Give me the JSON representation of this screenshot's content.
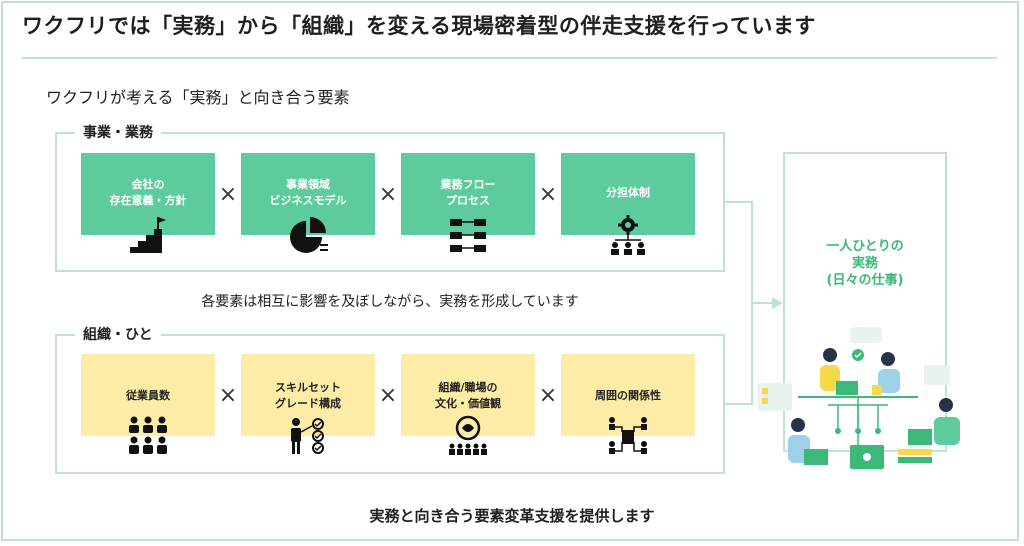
{
  "title": "ワクフリでは「実務」から「組織」を変える現場密着型の伴走支援を行っています",
  "subtitle": "ワクフリが考える「実務」と向き合う要素",
  "groups": {
    "business": {
      "label": "事業・業務",
      "cards": [
        {
          "line1": "会社の",
          "line2": "存在意義・方針",
          "icon": "stairs-flag-icon"
        },
        {
          "line1": "事業領域",
          "line2": "ビジネスモデル",
          "icon": "pie-chart-icon"
        },
        {
          "line1": "業務フロー",
          "line2": "プロセス",
          "icon": "flow-process-icon"
        },
        {
          "line1": "分担体制",
          "line2": "",
          "icon": "gear-team-icon"
        }
      ]
    },
    "organization": {
      "label": "組織・ひと",
      "cards": [
        {
          "line1": "従業員数",
          "line2": "",
          "icon": "people-group-icon"
        },
        {
          "line1": "スキルセット",
          "line2": "グレード構成",
          "icon": "skill-checklist-icon"
        },
        {
          "line1": "組織/職場の",
          "line2": "文化・価値観",
          "icon": "culture-values-icon"
        },
        {
          "line1": "周囲の関係性",
          "line2": "",
          "icon": "relationship-network-icon"
        }
      ]
    }
  },
  "operator": "×",
  "middle_text": "各要素は相互に影響を及ぼしながら、実務を形成しています",
  "right_panel": {
    "line1": "一人ひとりの",
    "line2": "実務",
    "line3": "(日々の仕事)"
  },
  "bottom_text": "実務と向き合う要素変革支援を提供します",
  "colors": {
    "accent_green": "#5dcb9d",
    "border_green": "#bfe3cf",
    "yellow": "#fdeca6",
    "title_green": "#3cb878"
  }
}
